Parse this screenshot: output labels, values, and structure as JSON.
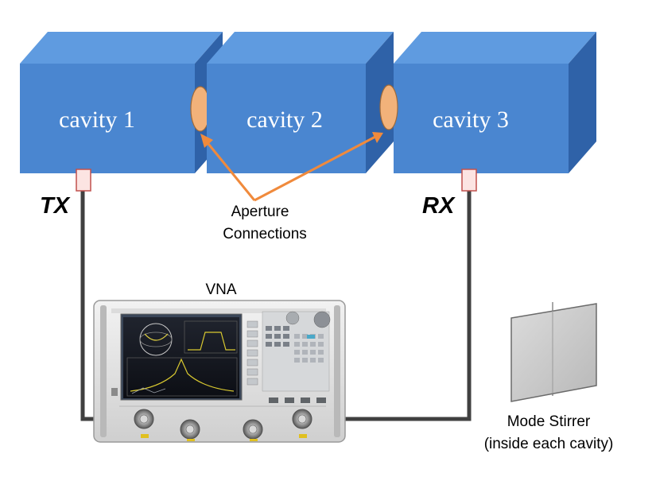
{
  "colors": {
    "cavity_front": "#4a86d0",
    "cavity_top": "#5f9be0",
    "cavity_side": "#2f62a8",
    "aperture": "#f2b27a",
    "arrow": "#f08a3c",
    "cable": "#404040",
    "port": "#fce4e2",
    "port_border": "#c0504d"
  },
  "cavities": [
    {
      "label": "cavity 1"
    },
    {
      "label": "cavity 2"
    },
    {
      "label": "cavity 3"
    }
  ],
  "ports": {
    "tx": "TX",
    "rx": "RX"
  },
  "aperture": {
    "label_line1": "Aperture",
    "label_line2": "Connections"
  },
  "vna": {
    "label": "VNA"
  },
  "mode_stirrer": {
    "label_line1": "Mode Stirrer",
    "label_line2": "(inside each cavity)"
  }
}
